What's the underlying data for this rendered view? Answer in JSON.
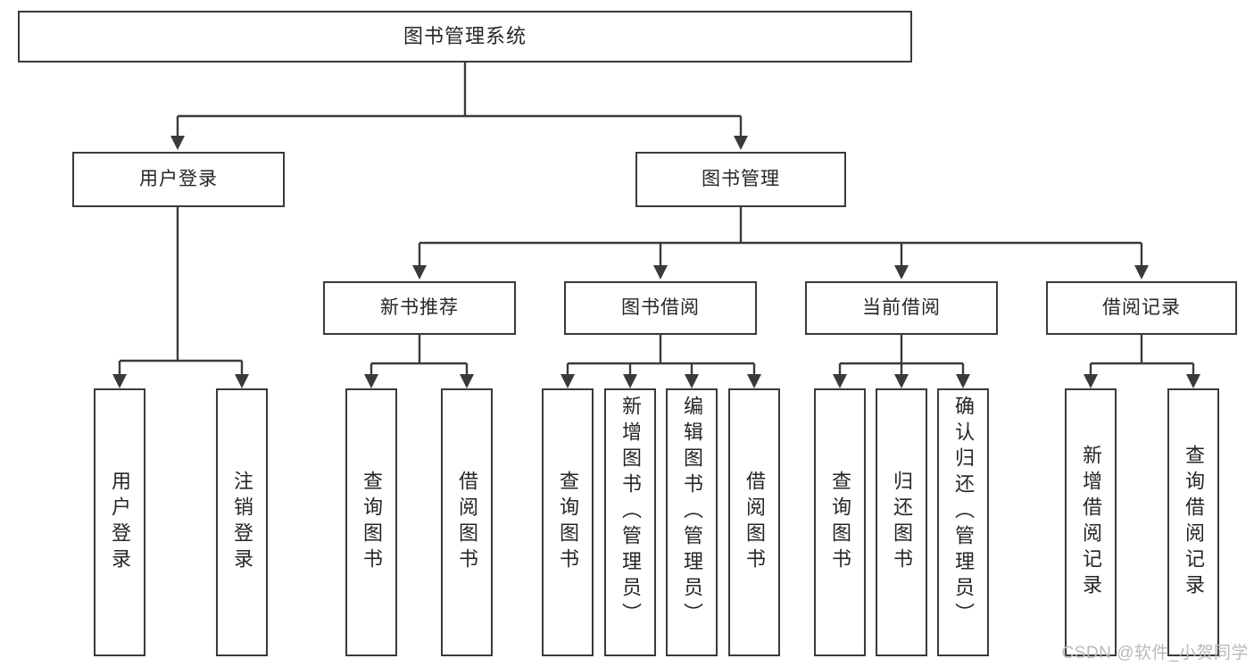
{
  "diagram": {
    "type": "tree-hierarchy",
    "title": "图书管理系统",
    "watermark": "CSDN @软件_小贺同学",
    "colors": {
      "box_border": "#3a3a3a",
      "box_fill": "#ffffff",
      "link": "#3a3a3a",
      "text": "#262626",
      "watermark": "#b9b9b9",
      "background": "#ffffff"
    },
    "levels": {
      "root": {
        "label": "图书管理系统"
      },
      "level2": [
        {
          "label": "用户登录"
        },
        {
          "label": "图书管理"
        }
      ],
      "level3": [
        {
          "label": "新书推荐"
        },
        {
          "label": "图书借阅"
        },
        {
          "label": "当前借阅"
        },
        {
          "label": "借阅记录"
        }
      ],
      "leaves": {
        "user_login": [
          {
            "label": "用户登录"
          },
          {
            "label": "注销登录"
          }
        ],
        "new_book_recommend": [
          {
            "label": "查询图书"
          },
          {
            "label": "借阅图书"
          }
        ],
        "book_borrow": [
          {
            "label": "查询图书"
          },
          {
            "label": "新增图书（管理员）"
          },
          {
            "label": "编辑图书（管理员）"
          },
          {
            "label": "借阅图书"
          }
        ],
        "current_borrow": [
          {
            "label": "查询图书"
          },
          {
            "label": "归还图书"
          },
          {
            "label": "确认归还（管理员）"
          }
        ],
        "borrow_records": [
          {
            "label": "新增借阅记录"
          },
          {
            "label": "查询借阅记录"
          }
        ]
      }
    }
  }
}
